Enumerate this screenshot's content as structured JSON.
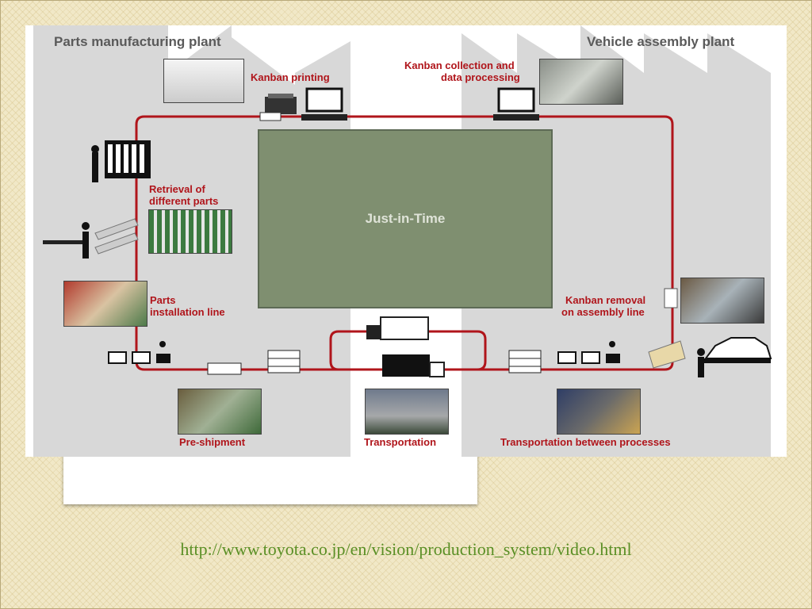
{
  "diagram": {
    "sections": {
      "parts_plant": "Parts manufacturing plant",
      "vehicle_plant": "Vehicle assembly plant"
    },
    "center_label": "Just-in-Time",
    "steps": {
      "kanban_printing": "Kanban printing",
      "kanban_collection_line1": "Kanban collection and",
      "kanban_collection_line2": "data processing",
      "retrieval_line1": "Retrieval of",
      "retrieval_line2": "different parts",
      "parts_install_line1": "Parts",
      "parts_install_line2": "installation line",
      "kanban_removal_line1": "Kanban removal",
      "kanban_removal_line2": "on assembly line",
      "pre_shipment": "Pre-shipment",
      "transportation": "Transportation",
      "transport_between": "Transportation between processes"
    },
    "colors": {
      "loop_line": "#b0151b",
      "center_box": "#7f8f70",
      "label": "#b0151b"
    }
  },
  "footer": {
    "url": "http://www.toyota.co.jp/en/vision/production_system/video.html"
  }
}
